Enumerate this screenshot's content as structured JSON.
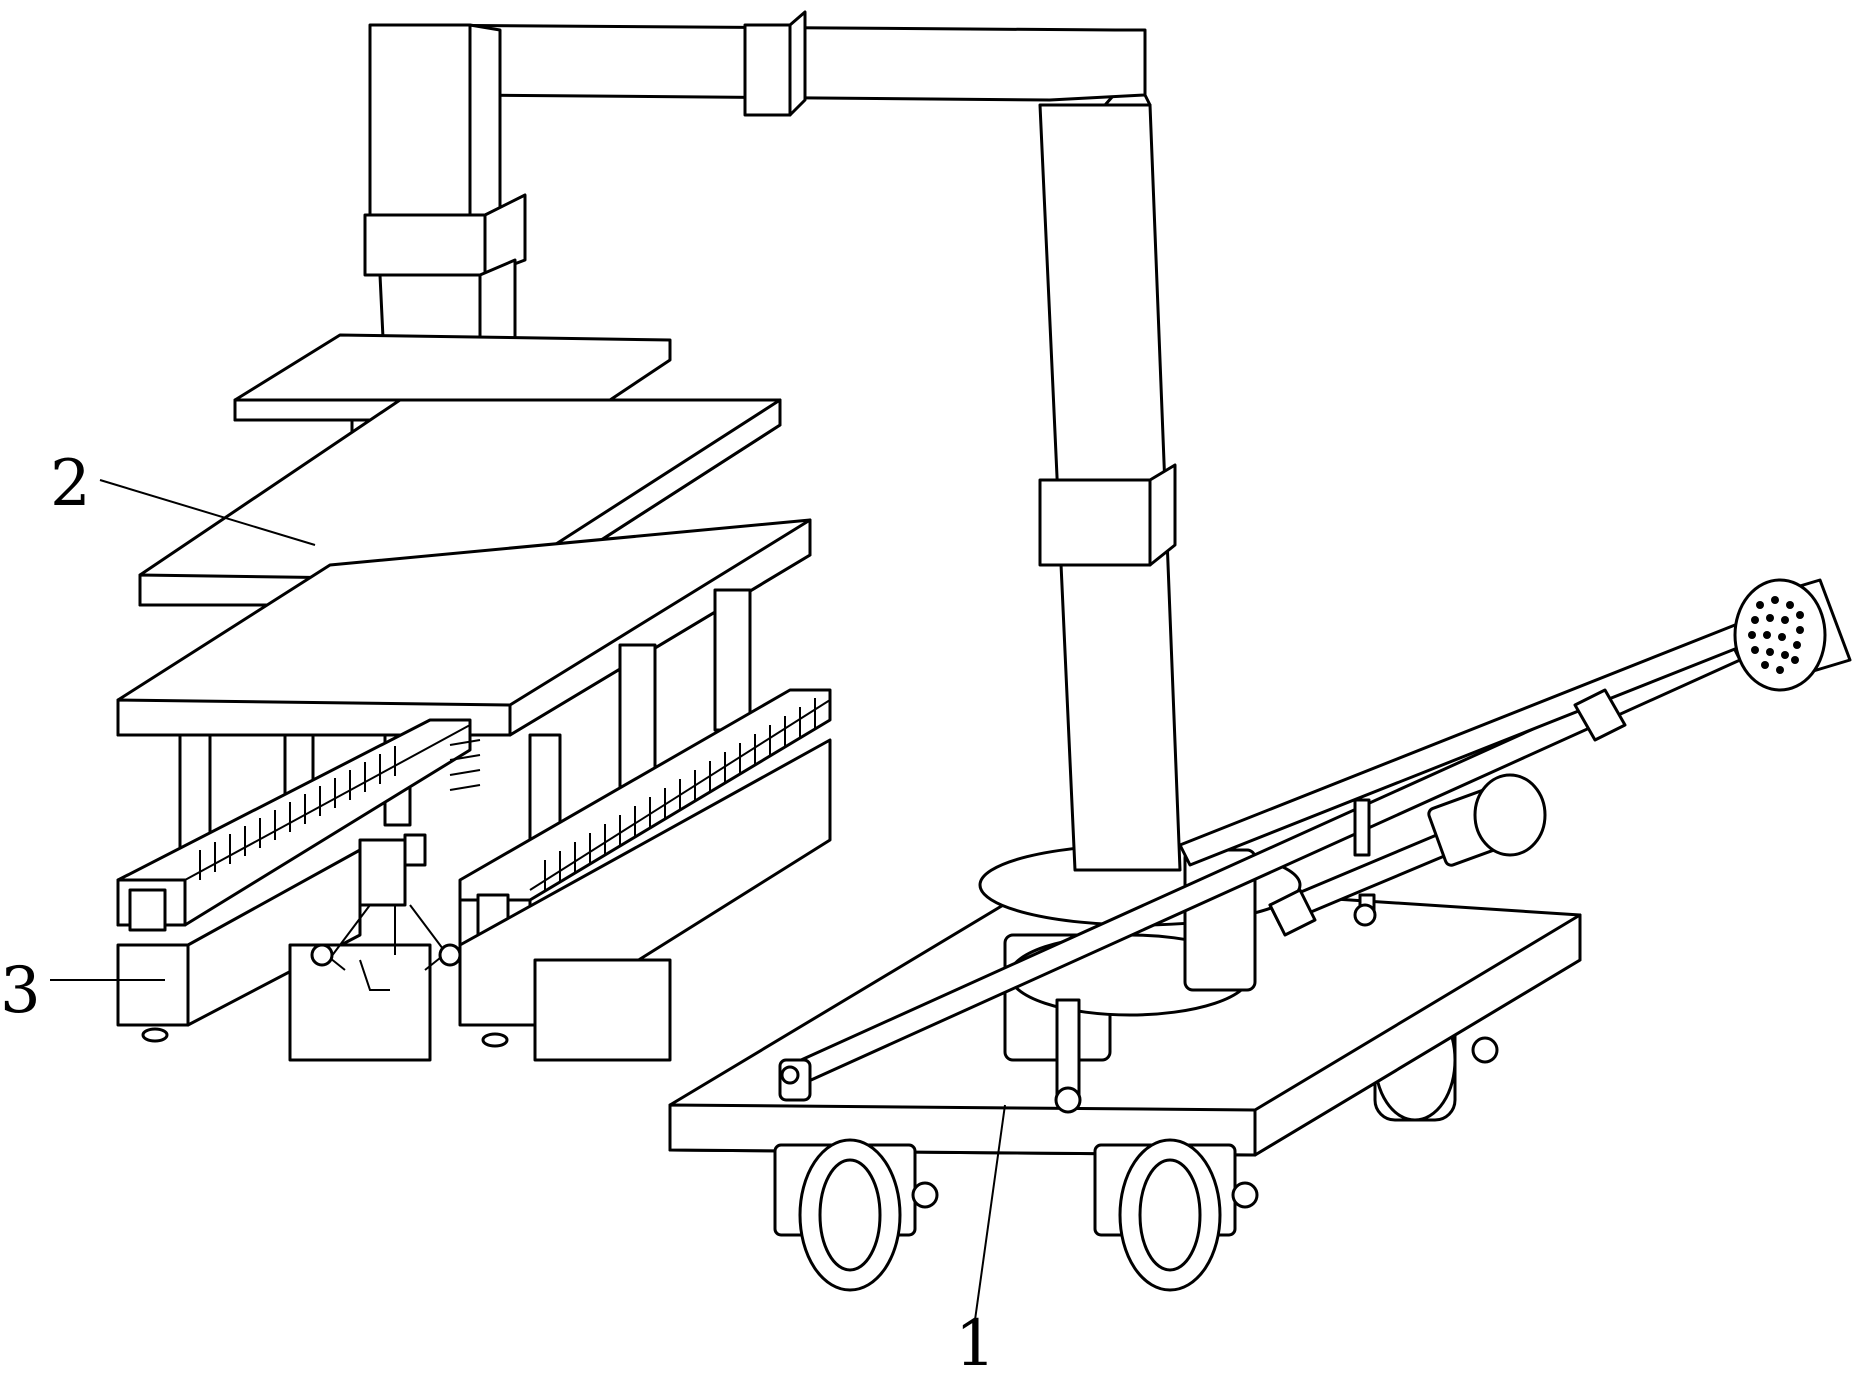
{
  "labels": {
    "one": "1",
    "two": "2",
    "three": "3"
  },
  "colors": {
    "line": "#000000",
    "background": "#ffffff"
  }
}
